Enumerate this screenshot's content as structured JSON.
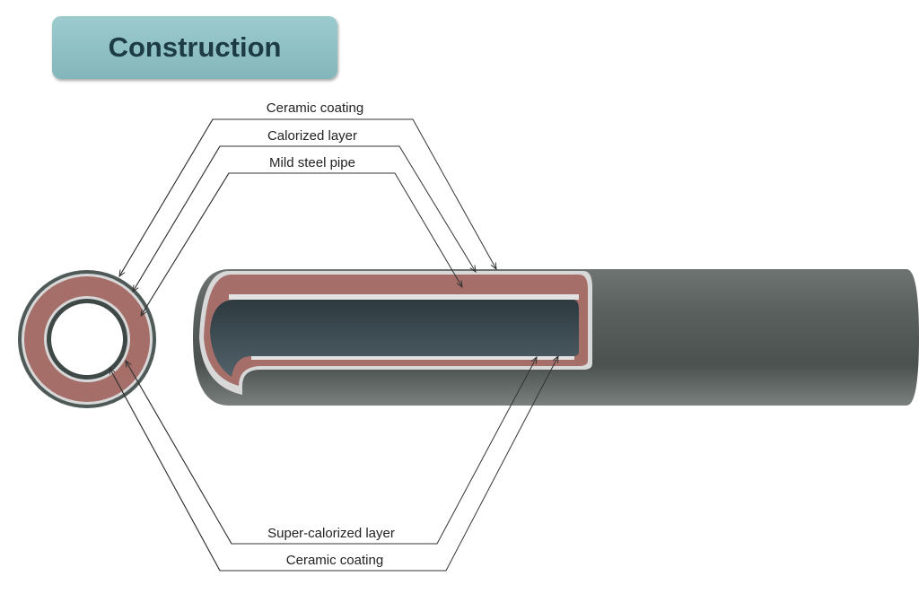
{
  "title": "Construction",
  "labels": {
    "top": [
      "Ceramic coating",
      "Calorized layer",
      "Mild steel pipe"
    ],
    "bottom": [
      "Super-calorized layer",
      "Ceramic coating"
    ]
  },
  "colors": {
    "title_bg": "#8fc0c4",
    "steel": "#a56e68",
    "coating": "#4f5a58",
    "calorized": "#d8d8d8"
  }
}
